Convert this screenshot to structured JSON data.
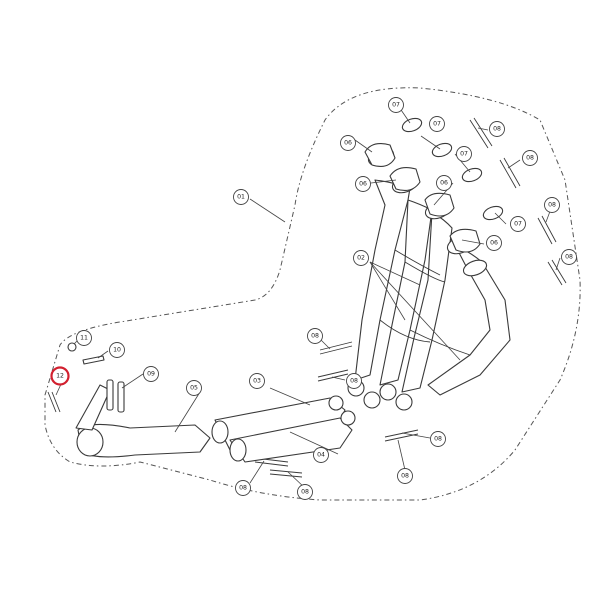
{
  "callouts": [
    {
      "id": "c01a",
      "label": "01"
    },
    {
      "id": "c02a",
      "label": "02"
    },
    {
      "id": "c03a",
      "label": "03"
    },
    {
      "id": "c04a",
      "label": "04"
    },
    {
      "id": "c05a",
      "label": "05"
    },
    {
      "id": "c06a",
      "label": "06"
    },
    {
      "id": "c06b",
      "label": "06"
    },
    {
      "id": "c06c",
      "label": "06"
    },
    {
      "id": "c06d",
      "label": "06"
    },
    {
      "id": "c07a",
      "label": "07"
    },
    {
      "id": "c07b",
      "label": "07"
    },
    {
      "id": "c07c",
      "label": "07"
    },
    {
      "id": "c07d",
      "label": "07"
    },
    {
      "id": "c08a",
      "label": "08"
    },
    {
      "id": "c08b",
      "label": "08"
    },
    {
      "id": "c08c",
      "label": "08"
    },
    {
      "id": "c08d",
      "label": "08"
    },
    {
      "id": "c08e",
      "label": "08"
    },
    {
      "id": "c08f",
      "label": "08"
    },
    {
      "id": "c08g",
      "label": "08"
    },
    {
      "id": "c08h",
      "label": "08"
    },
    {
      "id": "c08i",
      "label": "08"
    },
    {
      "id": "c09a",
      "label": "09"
    },
    {
      "id": "c10a",
      "label": "10"
    },
    {
      "id": "c11a",
      "label": "11"
    },
    {
      "id": "c12a",
      "label": "12",
      "highlighted": true
    }
  ],
  "colors": {
    "highlight": "#d2202f",
    "line": "#3a3a3a",
    "background": "#ffffff"
  }
}
